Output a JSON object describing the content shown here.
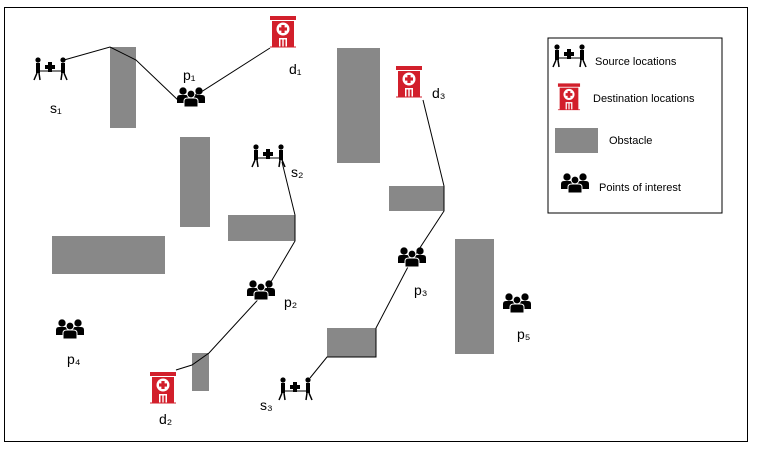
{
  "colors": {
    "obstacle": "#888888",
    "hospital": "#d21f2b",
    "path": "#000000"
  },
  "legend": {
    "source": {
      "label": "Source locations",
      "icon": "stretcher-icon"
    },
    "destination": {
      "label": "Destination locations",
      "icon": "hospital-icon"
    },
    "obstacle": {
      "label": "Obstacle",
      "icon": "obstacle-swatch"
    },
    "poi": {
      "label": "Points of interest",
      "icon": "people-group-icon"
    }
  },
  "labels": {
    "s1": "s₁",
    "s2": "s₂",
    "s3": "s₃",
    "d1": "d₁",
    "d2": "d₂",
    "d3": "d₃",
    "p1": "p₁",
    "p2": "p₂",
    "p3": "p₃",
    "p4": "p₄",
    "p5": "p₅"
  }
}
